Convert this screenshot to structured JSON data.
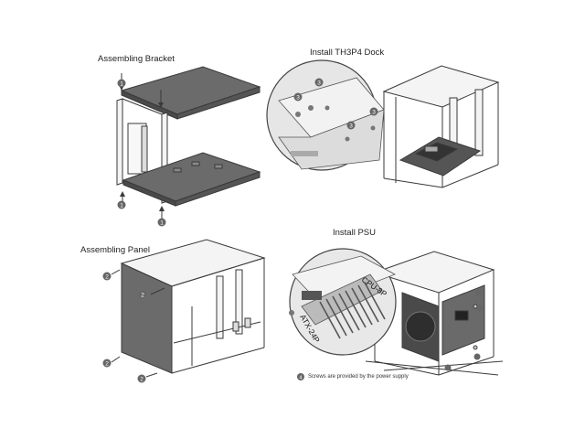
{
  "panels": {
    "bracket": {
      "title": "Assembling Bracket",
      "step": "1"
    },
    "dock": {
      "title": "Install TH3P4 Dock",
      "step": "3"
    },
    "panel": {
      "title": "Assembling Panel",
      "step": "2"
    },
    "psu": {
      "title": "Install PSU",
      "step": "4",
      "connector_cpu": "CPU-8P",
      "connector_atx": "ATX-24P",
      "note": "Screws are provided by the power supply"
    }
  },
  "colors": {
    "line": "#3a3a3a",
    "panel_dark": "#6b6b6b",
    "frame": "#f4f4f4",
    "magnifier": "#e6e6e6"
  }
}
